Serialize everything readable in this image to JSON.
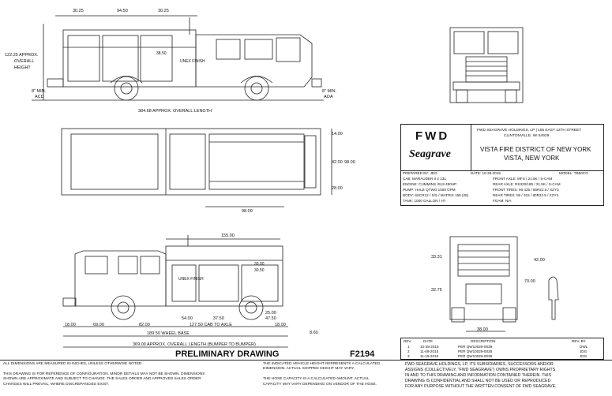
{
  "top_dims": {
    "d1": "30.25",
    "d2": "94.50",
    "d3": "30.25",
    "height": [
      "122.25 APPROX.",
      "OVERALL",
      "HEIGHT"
    ],
    "acd": [
      "8\" MIN.",
      "ACD"
    ],
    "aoa": [
      "8\" MIN.",
      "AOA"
    ],
    "overall_length": "384.68 APPROX. OVERALL LENGTH",
    "cab_small": "38.50",
    "unex": "UNEX FINISH"
  },
  "plan_dims": {
    "w1": "14.00",
    "w2": "42.00",
    "w3": "98.00",
    "w4": "28.00",
    "w5": "98.00"
  },
  "side_dims": {
    "top": "155.00",
    "d1": "30.00",
    "d2": "30.50",
    "unex": "UNEX FINISH",
    "b1": "54.00",
    "b2": "37.50",
    "b3": "47.50",
    "b4": "25.00",
    "s1": "18.00",
    "s2": "69.00",
    "s3": "82.00",
    "s4": "127.50 CAB TO AXLE",
    "s5": "18.00",
    "s6": "8.60",
    "wheelbase": "189.50 WHEEL BASE",
    "overall": "369.00 APPROX. OVERALL LENGTH (BUMPER TO BUMPER)"
  },
  "rear_dims": {
    "r1": "33.31",
    "r2": "42.00",
    "r3": "70.00",
    "r4": "32.75",
    "r5": "38.00"
  },
  "title_block": {
    "logo_fwd": "FWD",
    "logo_seagrave": "Seagrave",
    "company": [
      "FWD SEAGRAVE HOLDINGS, LP | 105 EAST 12TH STREET",
      "CLINTONVILLE, WI 54929"
    ],
    "customer": [
      "VISTA FIRE DISTRICT OF NEW YORK",
      "VISTA, NEW YORK"
    ],
    "specs_left": [
      "PREPARED BY: JDG",
      "CAB: MARAUDER II 2 131",
      "ENGINE: CUMMINS ISL9 450HP",
      "PUMP: HALE QTWO 1500 GPM",
      "BODY: 6SCR12 / S/S / MATRIX 158 (28)",
      "TANK: 1000 GALLON / HT"
    ],
    "specs_mid": [
      "DATE: 10-28-2015",
      "FRONT AXLE: MFS / 21.5K / S-CAM",
      "REAR AXLE: RS320/185 / 31.5K / S-CAM",
      "FRONT TIRES: MI 425 / 65R22.5 / XZY3",
      "REAR TIRES: MI / 315 / 80R22.5 / XZY3",
      "FOAM: N/A"
    ],
    "model": "MODEL: TB50CO"
  },
  "prelim": "PRELIMINARY DRAWING",
  "drawing_no": "F2194",
  "rev_table": {
    "headers": [
      "REV.",
      "DATE",
      "DESCRIPTION",
      "REV. BY"
    ],
    "rows": [
      [
        "1",
        "10-28-2015",
        "PER QW10029-0039",
        "DWL"
      ],
      [
        "2",
        "11-09-2015",
        "PER QW10029-0038",
        "JDG"
      ],
      [
        "3",
        "11-19-2015",
        "PER QW10029-0039",
        "JDG"
      ]
    ]
  },
  "notes": {
    "left": [
      "ALL DIMENSIONS ARE MEASURED IN INCHES, UNLESS OTHERWISE NOTED.",
      "",
      "THIS DRAWING IS FOR REFERENCE OF CONFIGURATION. MINOR DETAILS MAY NOT BE SHOWN. DIMENSIONS",
      "SHOWN ARE APPROXIMATE AND SUBJECT TO CHANGE. THE SALES ORDER AND APPROVED SALES ORDER",
      "CHANGES WILL PREVAIL, WHERE DISCREPANCIES EXIST."
    ],
    "mid": [
      "THE INDICATED VEHICLE HEIGHT REPRESENTS A CALCULATED",
      "DIMENSION. ACTUAL SHIPPED HEIGHT MAY VARY.",
      "",
      "THE HOSE CAPACITY IS A CALCULATED AMOUNT. ACTUAL",
      "CAPACITY MAY VARY DEPENDING ON VENDOR OF THE HOSE."
    ],
    "right": [
      "FWD SEAGRAVE HOLDINGS, LP, ITS SUBSIDIARIES, SUCCESSORS AND/OR",
      "ASSIGNS (COLLECTIVELY, \"FWD SEAGRAVE\") OWNS PROPRIETARY RIGHTS",
      "IN AND TO THIS DRAWING AND INFORMATION CONTAINED THEREIN. THIS",
      "DRAWING IS CONFIDENTIAL AND SHALL NOT BE USED OR REPRODUCED",
      "FOR ANY PURPOSE WITHOUT THE WRITTEN CONSENT OF FWD SEAGRAVE."
    ]
  }
}
